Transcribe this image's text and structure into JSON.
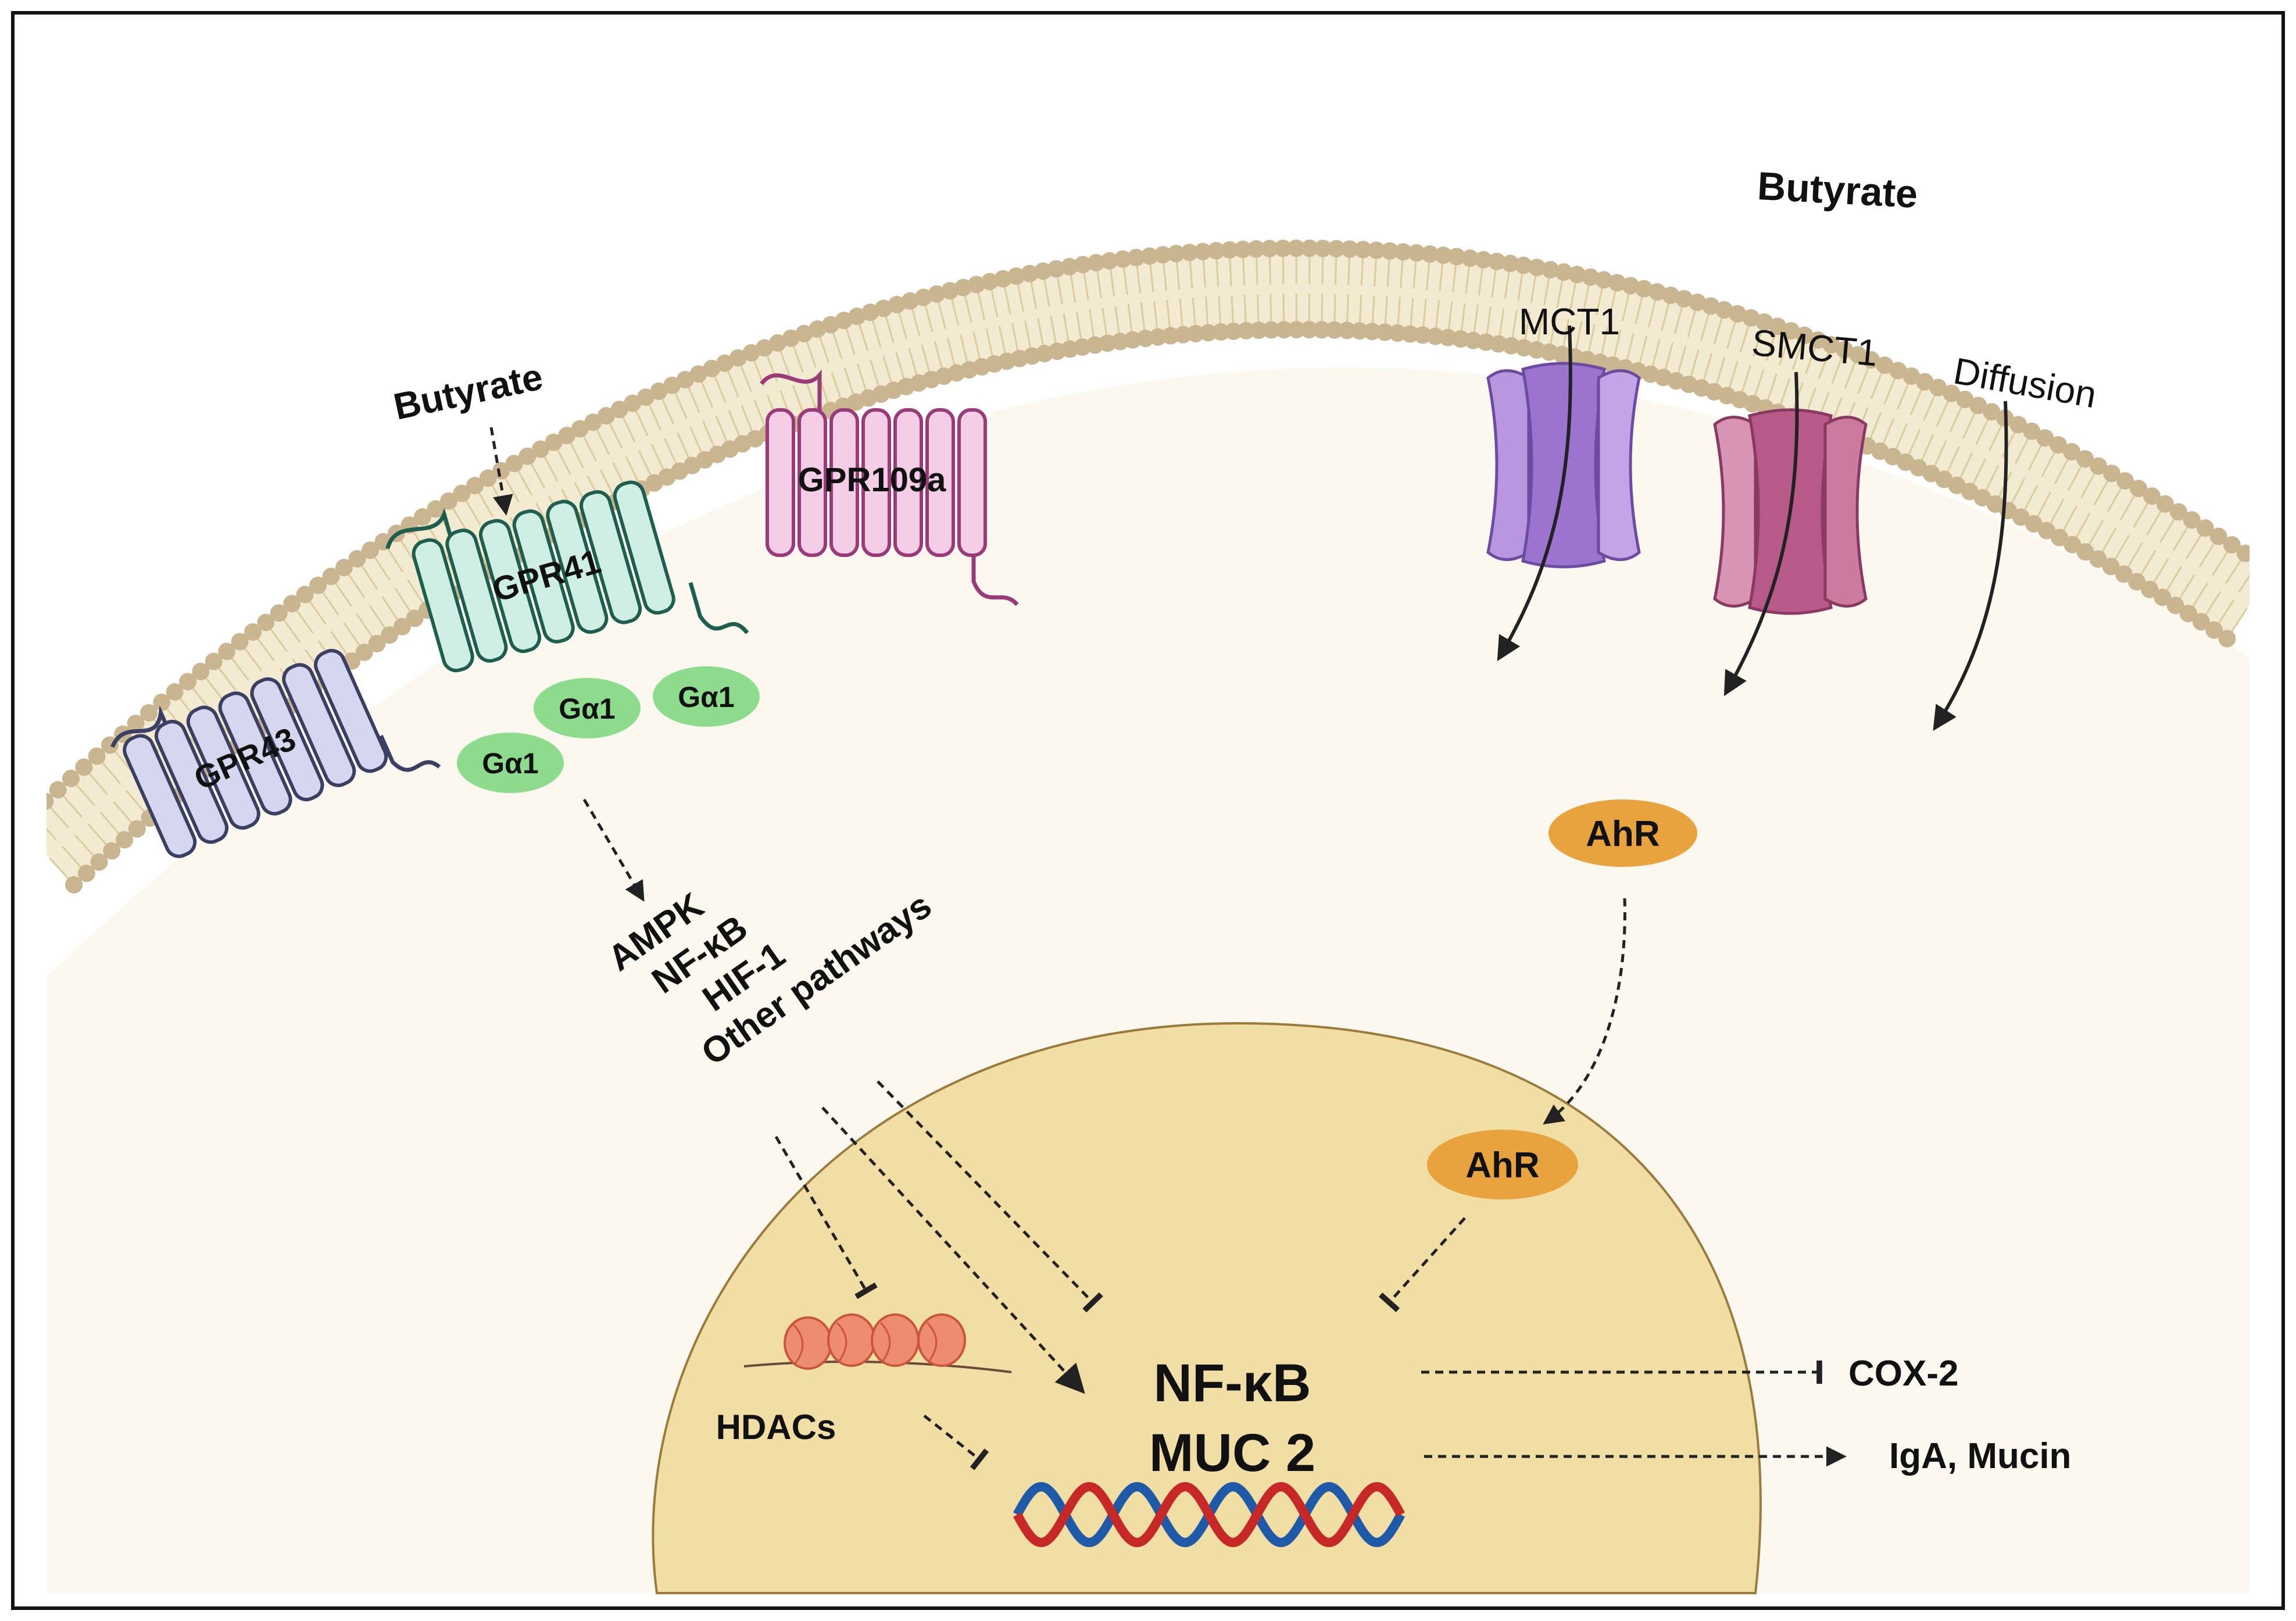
{
  "labels": {
    "butyrate_top": "Butyrate",
    "butyrate_left": "Butyrate",
    "mct1": "MCT1",
    "smct1": "SMCT1",
    "diffusion": "Diffusion",
    "gpr109a": "GPR109a",
    "gpr41": "GPR41",
    "gpr43": "GPR43",
    "galpha": "Gα1",
    "ahr": "AhR",
    "pathways": [
      "AMPK",
      "NF-κB",
      "HIF-1",
      "Other pathways"
    ],
    "nfkb": "NF-κB",
    "muc2": "MUC 2",
    "hdacs": "HDACs",
    "cox2": "COX-2",
    "iga_mucin": "IgA, Mucin"
  },
  "colors": {
    "cytoplasm": "#fbf8ef",
    "membrane_head": "#c9b691",
    "membrane_tail": "#dccb9c",
    "nucleus": "#f1dea4",
    "nucleus_edge": "#9c7a3c",
    "gpr41": "#cfeee4",
    "gpr41_edge": "#1e5e4e",
    "gpr43": "#d4d7ee",
    "gpr43_edge": "#3a3f63",
    "gpr109a": "#f4cde6",
    "gpr109a_edge": "#9a3a78",
    "mct1": "#b896e0",
    "smct1": "#cd7aa0",
    "galpha": "#8ddc8d",
    "ahr": "#e8a33c",
    "histone": "#ee8b73",
    "dna_red": "#c62828",
    "dna_blue": "#1f5aa8"
  }
}
